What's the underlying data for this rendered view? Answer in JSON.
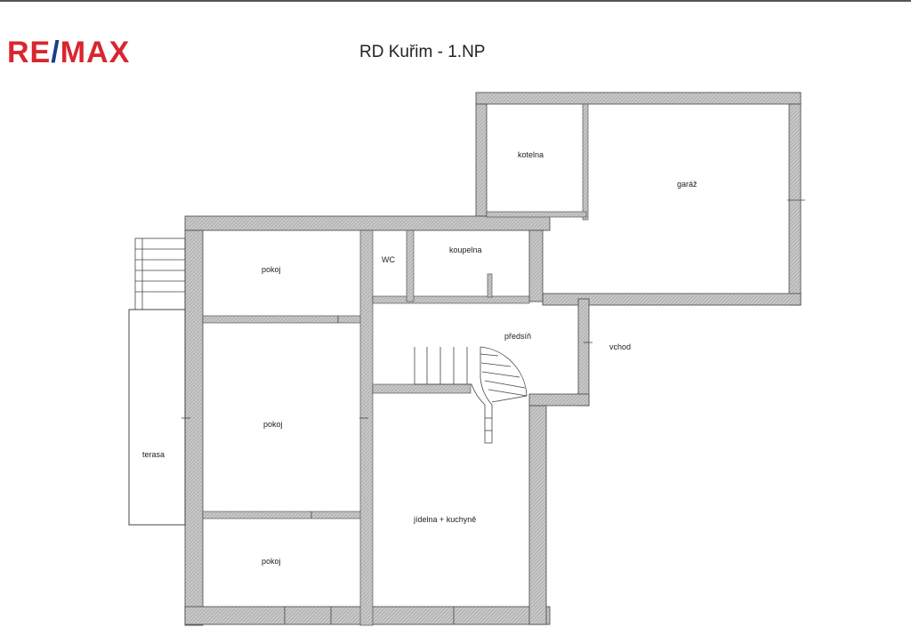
{
  "logo": {
    "left": "RE",
    "slash": "/",
    "right": "MAX"
  },
  "title": "RD Kuřim - 1.NP",
  "rooms": {
    "kotelna": "kotelna",
    "garaz": "garáž",
    "wc": "WC",
    "koupelna": "koupelna",
    "pokoj_1": "pokoj",
    "pokoj_2": "pokoj",
    "pokoj_3": "pokoj",
    "predsin": "předsíň",
    "vchod": "vchod",
    "terasa": "terasa",
    "jidelna": "jídelna + kuchyně"
  },
  "colors": {
    "wall": "#bdbdbd",
    "line": "#333333",
    "brand_red": "#d9262e",
    "brand_blue": "#1b3c8a"
  }
}
